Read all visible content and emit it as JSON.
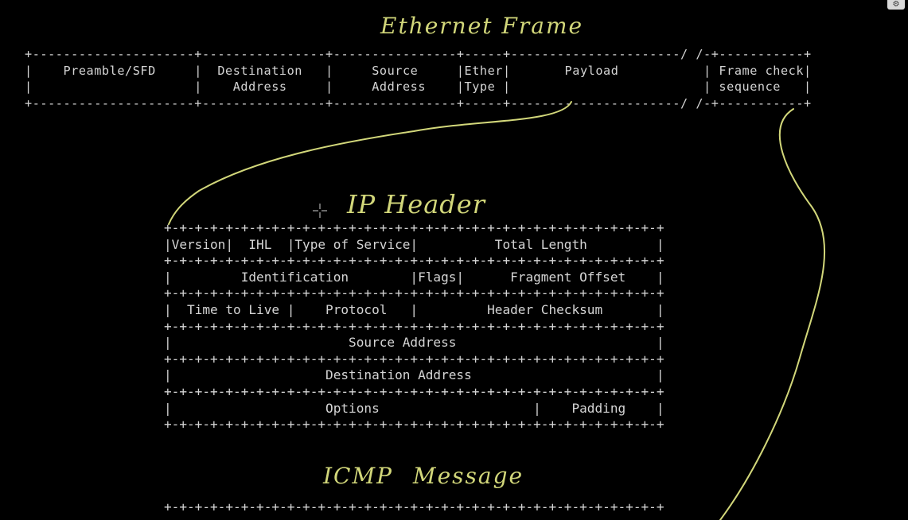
{
  "annotations": {
    "ethernet_title": "Ethernet Frame",
    "ip_title": "IP Header",
    "icmp_title": "ICMP Message"
  },
  "ethernet_frame": {
    "lines": [
      "+---------------------+----------------+----------------+-----+----------------------/ /-+-----------+",
      "|    Preamble/SFD     |  Destination   |     Source     |Ether|       Payload           | Frame check|",
      "|                     |    Address     |     Address    |Type |                         | sequence   |",
      "+---------------------+----------------+----------------+-----+----------------------/ /-+-----------+"
    ]
  },
  "ip_header": {
    "lines": [
      "+-+-+-+-+-+-+-+-+-+-+-+-+-+-+-+-+-+-+-+-+-+-+-+-+-+-+-+-+-+-+-+-+",
      "|Version|  IHL  |Type of Service|          Total Length         |",
      "+-+-+-+-+-+-+-+-+-+-+-+-+-+-+-+-+-+-+-+-+-+-+-+-+-+-+-+-+-+-+-+-+",
      "|         Identification        |Flags|      Fragment Offset    |",
      "+-+-+-+-+-+-+-+-+-+-+-+-+-+-+-+-+-+-+-+-+-+-+-+-+-+-+-+-+-+-+-+-+",
      "|  Time to Live |    Protocol   |         Header Checksum       |",
      "+-+-+-+-+-+-+-+-+-+-+-+-+-+-+-+-+-+-+-+-+-+-+-+-+-+-+-+-+-+-+-+-+",
      "|                       Source Address                          |",
      "+-+-+-+-+-+-+-+-+-+-+-+-+-+-+-+-+-+-+-+-+-+-+-+-+-+-+-+-+-+-+-+-+",
      "|                    Destination Address                        |",
      "+-+-+-+-+-+-+-+-+-+-+-+-+-+-+-+-+-+-+-+-+-+-+-+-+-+-+-+-+-+-+-+-+",
      "|                    Options                    |    Padding    |",
      "+-+-+-+-+-+-+-+-+-+-+-+-+-+-+-+-+-+-+-+-+-+-+-+-+-+-+-+-+-+-+-+-+"
    ]
  },
  "icmp_message": {
    "lines": [
      "+-+-+-+-+-+-+-+-+-+-+-+-+-+-+-+-+-+-+-+-+-+-+-+-+-+-+-+-+-+-+-+-+"
    ]
  },
  "ui": {
    "settings_icon": "gear-icon",
    "settings_glyph": "⚙"
  },
  "colors": {
    "background": "#000000",
    "ascii_text": "#d4d4d4",
    "handwriting": "#d2d77a"
  }
}
